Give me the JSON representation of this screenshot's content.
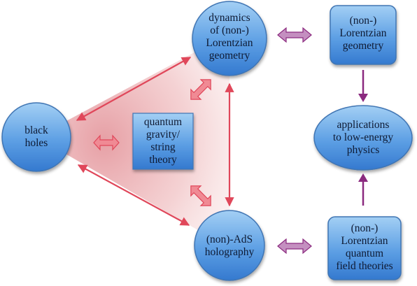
{
  "nodes": {
    "dynamics": "dynamics\nof (non-)\nLorentzian\ngeometry",
    "lorentzian_geometry": "(non-)\nLorentzian\ngeometry",
    "black_holes": "black\nholes",
    "quantum_gravity": "quantum\ngravity/\nstring\ntheory",
    "applications": "applications\nto low-energy\nphysics",
    "ads_holography": "(non)-AdS\nholography",
    "qft": "(non-)\nLorentzian\nquantum\nfield theories"
  },
  "colors": {
    "node_fill_top": "#8cc0ee",
    "node_fill_bottom": "#3d86d6",
    "node_stroke": "#3f74b3",
    "red_arrow": "#e0475a",
    "red_arrow_fill": "#f08a94",
    "purple_arrow": "#8b2a7f",
    "purple_arrow_fill": "#c48fc0",
    "triangle_fill": "#e8a4a8"
  }
}
